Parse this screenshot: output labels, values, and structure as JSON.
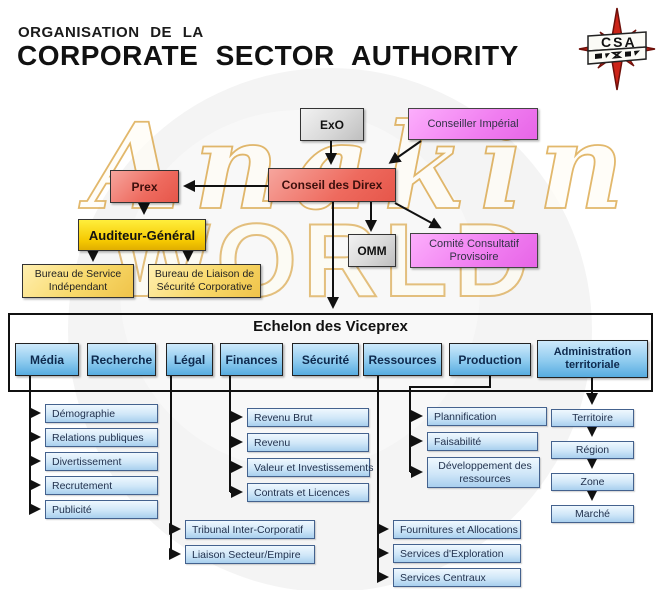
{
  "header": {
    "title_line1": "ORGANISATION  DE  LA",
    "title_line2": "CORPORATE  SECTOR  AUTHORITY"
  },
  "logo": {
    "acronym": "CSA"
  },
  "watermark": {
    "word1": "Anakin",
    "word2": "WORLD"
  },
  "org": {
    "exo": "ExO",
    "conseiller_imperial": "Conseiller Impérial",
    "conseil_des_direx": "Conseil des Direx",
    "prex": "Prex",
    "auditeur_general": "Auditeur-Général",
    "omm": "OMM",
    "comite_consultatif": "Comité Consultatif Provisoire",
    "bureau_service": "Bureau de Service Indépendant",
    "bureau_liaison": "Bureau de Liaison de Sécurité Corporative"
  },
  "viceprex": {
    "title": "Echelon des Viceprex",
    "departments": [
      "Média",
      "Recherche",
      "Légal",
      "Finances",
      "Sécurité",
      "Ressources",
      "Production",
      "Administration territoriale"
    ]
  },
  "sub": {
    "media": [
      "Démographie",
      "Relations publiques",
      "Divertissement",
      "Recrutement",
      "Publicité"
    ],
    "legal": [
      "Tribunal Inter-Corporatif",
      "Liaison Secteur/Empire"
    ],
    "finances": [
      "Revenu Brut",
      "Revenu",
      "Valeur et Investissements",
      "Contrats et Licences"
    ],
    "production": [
      "Plannification",
      "Faisabilité",
      "Développement des ressources"
    ],
    "ressources": [
      "Fournitures et Allocations",
      "Services d'Exploration",
      "Services Centraux"
    ],
    "administration": [
      "Territoire",
      "Région",
      "Zone",
      "Marché"
    ]
  },
  "colors": {
    "salmon_box": "#ee6a5e",
    "magenta_box": "#f07df0",
    "gold_box": "#f5c800",
    "light_gold_box": "#f8d96a",
    "gray_box": "#d9d9d9",
    "dept_blue": "#57ace0",
    "sub_blue": "#cfe6f8",
    "line": "#111111",
    "logo_red": "#cc2418",
    "watermark_gold": "#d9a13c"
  }
}
